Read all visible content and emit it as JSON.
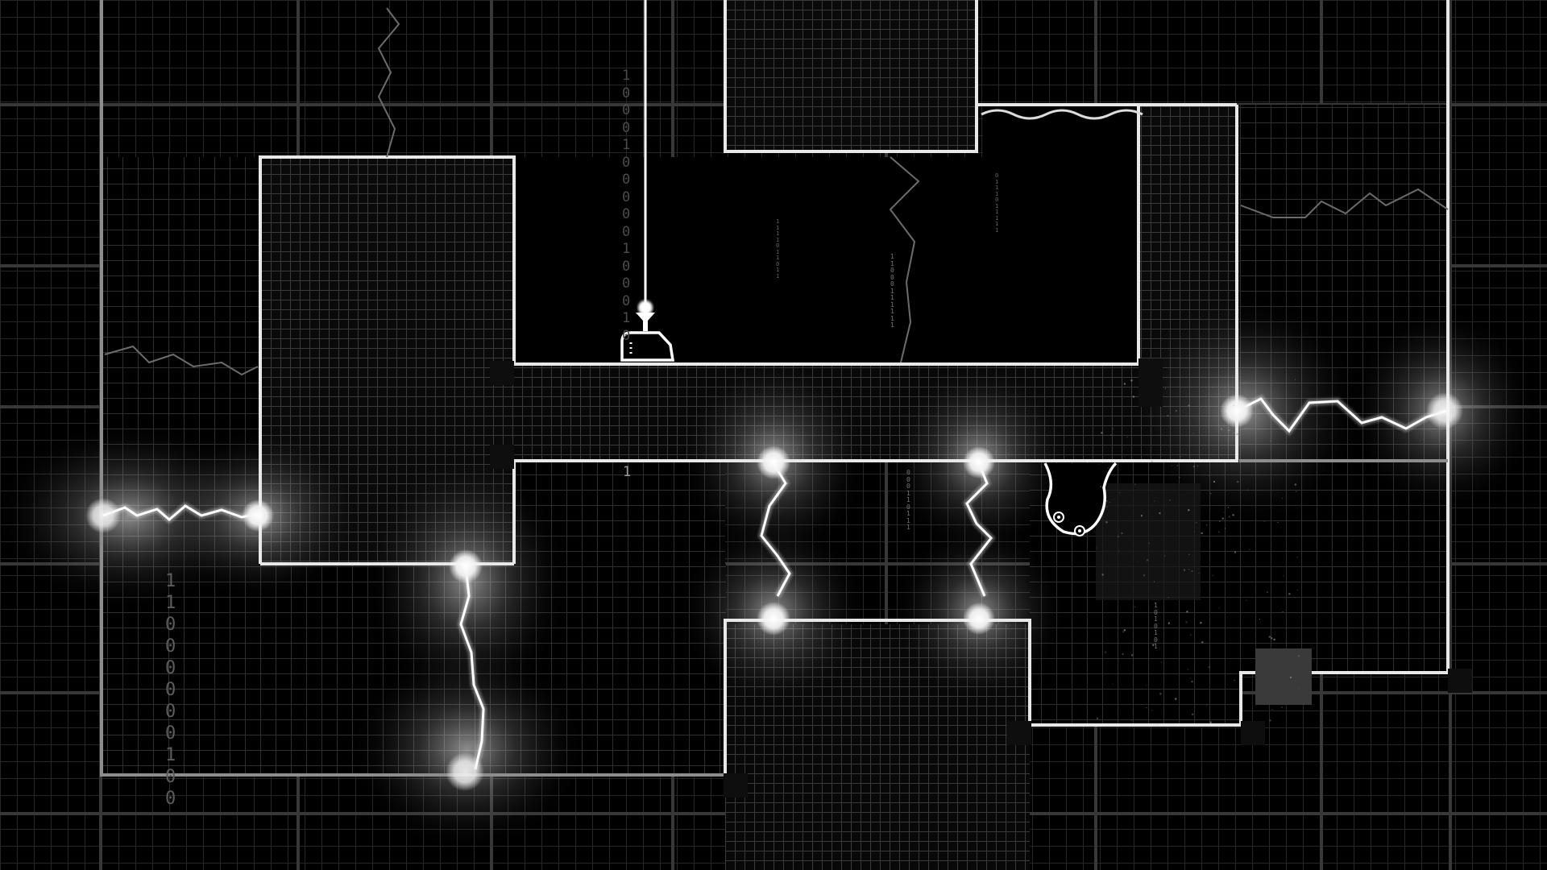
{
  "colors": {
    "background": "#000000",
    "wall": "#dcdcdc",
    "faint_wall": "#8a8a8a",
    "grid": "#2f2f2f",
    "spark": "#ffffff"
  },
  "binary_columns": {
    "left": [
      "1",
      "1",
      "0",
      "0",
      "0",
      "0",
      "0",
      "0",
      "1",
      "0",
      "0"
    ],
    "top": [
      "1",
      "0",
      "0",
      "0",
      "1",
      "0",
      "0",
      "0",
      "0",
      "0",
      "1",
      "0",
      "0",
      "0",
      "1",
      "0"
    ],
    "thin_a": [
      "1",
      "1",
      "0",
      "0",
      "0",
      "1",
      "1",
      "1",
      "1",
      "1",
      "1"
    ],
    "thin_b": [
      "0",
      "1",
      "1",
      "1",
      "0",
      "1",
      "1",
      "1",
      "1",
      "1"
    ],
    "thin_c": [
      "1",
      "1",
      "1",
      "1",
      "0",
      "1",
      "1",
      "0",
      "1",
      "1"
    ],
    "thin_d": [
      "0",
      "0",
      "0",
      "1",
      "1",
      "0",
      "1",
      "1",
      "1"
    ],
    "thin_e": [
      "1",
      "0",
      "1",
      "0",
      "1",
      "0",
      "1"
    ]
  },
  "floor_digit": "1",
  "icons": {
    "player": "robot-player-icon",
    "creature": "hanging-creature-icon",
    "spark": "electric-node-icon"
  }
}
